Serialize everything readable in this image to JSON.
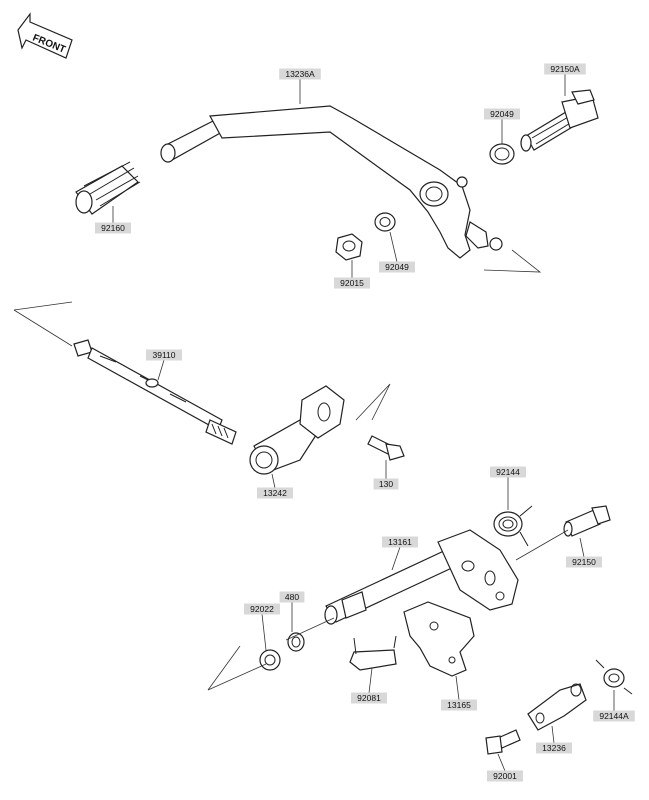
{
  "orientation": {
    "text": "FRONT"
  },
  "parts": [
    {
      "id": "p-13236a",
      "number": "13236A"
    },
    {
      "id": "p-92150a",
      "number": "92150A"
    },
    {
      "id": "p-92049a",
      "number": "92049"
    },
    {
      "id": "p-92160",
      "number": "92160"
    },
    {
      "id": "p-92015",
      "number": "92015"
    },
    {
      "id": "p-92049b",
      "number": "92049"
    },
    {
      "id": "p-39110",
      "number": "39110"
    },
    {
      "id": "p-13242",
      "number": "13242"
    },
    {
      "id": "p-130",
      "number": "130"
    },
    {
      "id": "p-92144",
      "number": "92144"
    },
    {
      "id": "p-13161",
      "number": "13161"
    },
    {
      "id": "p-92150",
      "number": "92150"
    },
    {
      "id": "p-480",
      "number": "480"
    },
    {
      "id": "p-92022",
      "number": "92022"
    },
    {
      "id": "p-92081",
      "number": "92081"
    },
    {
      "id": "p-13165",
      "number": "13165"
    },
    {
      "id": "p-92144a",
      "number": "92144A"
    },
    {
      "id": "p-13236",
      "number": "13236"
    },
    {
      "id": "p-92001",
      "number": "92001"
    }
  ]
}
